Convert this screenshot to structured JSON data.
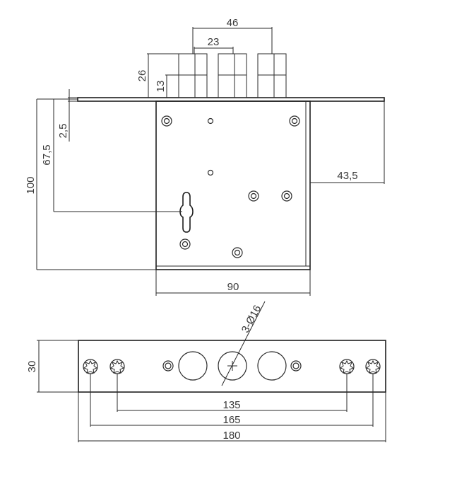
{
  "front_view": {
    "dim_bolt_spacing": "46",
    "dim_bolt_half_spacing": "23",
    "dim_bolt_height": "26",
    "dim_bolt_throw": "13",
    "dim_plate_thickness": "2,5",
    "dim_backset": "67,5",
    "dim_body_height": "100",
    "dim_faceplate_overhang": "43,5",
    "dim_body_width": "90"
  },
  "bottom_view": {
    "dim_depth": "30",
    "dim_hole_label": "3-Ø16",
    "dim_inner_spacing": "135",
    "dim_outer_spacing": "165",
    "dim_total_length": "180"
  }
}
